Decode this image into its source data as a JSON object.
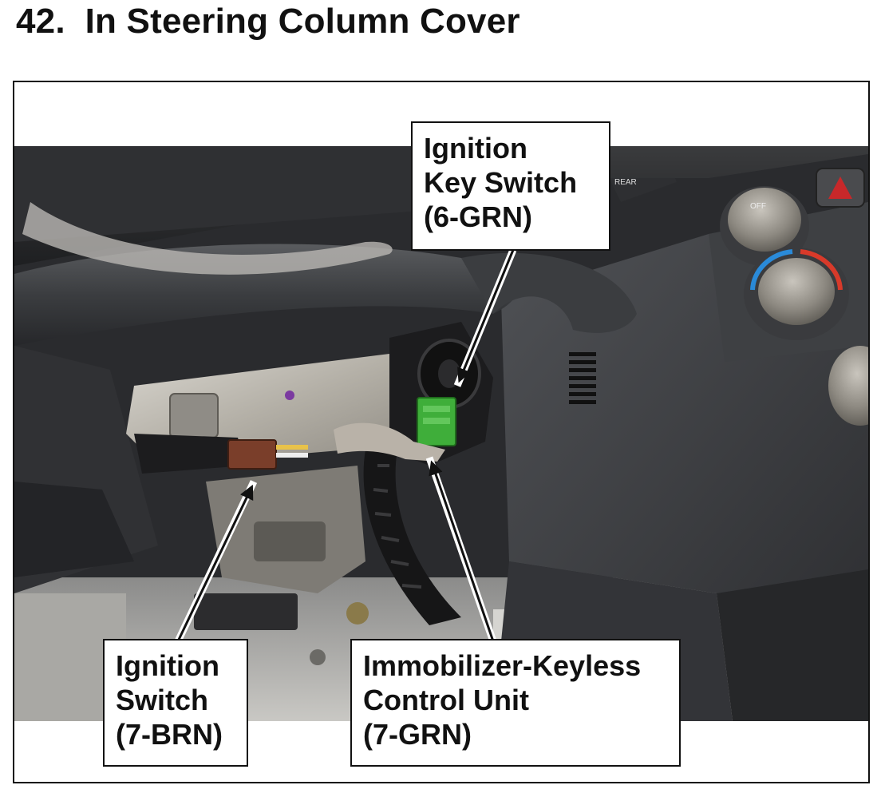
{
  "title": "42.  In Steering Column Cover",
  "callouts": {
    "ignition_key_switch": {
      "line1": "Ignition",
      "line2": "Key Switch",
      "line3": "(6-GRN)"
    },
    "ignition_switch": {
      "line1": "Ignition",
      "line2": "Switch",
      "line3": "(7-BRN)"
    },
    "immobilizer_unit": {
      "line1": "Immobilizer-Keyless",
      "line2": "Control Unit",
      "line3": "(7-GRN)"
    }
  },
  "photo_labels": {
    "wiper_label": "REAR",
    "knob_label": "OFF"
  },
  "colors": {
    "connector_green": "#3fae3a",
    "connector_brown": "#7a3e2a",
    "hazard_red": "#c8282a"
  }
}
